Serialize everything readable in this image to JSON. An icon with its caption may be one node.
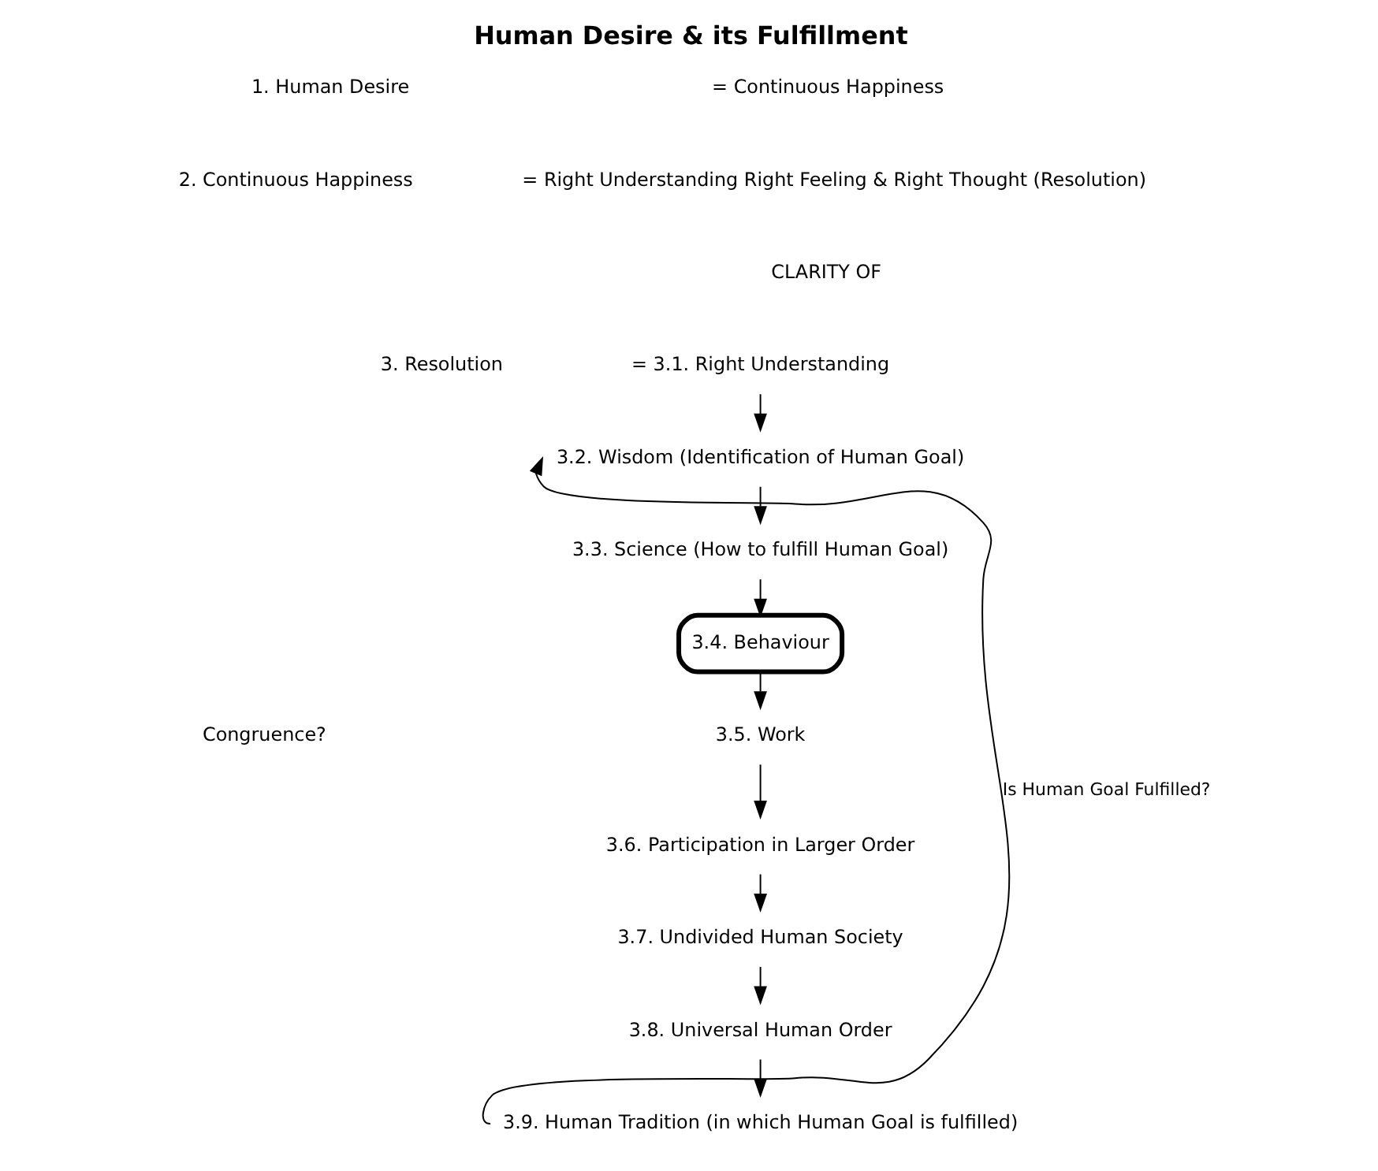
{
  "diagram": {
    "title": "Human Desire & its Fulfillment",
    "nodes": [
      {
        "text": [
          "= 3.1. Right Understanding"
        ]
      },
      {
        "text": [
          "3.2. Wisdom (Identification of Human Goal)"
        ]
      },
      {
        "text": [
          "3.3. Science (How to fulfill Human Goal)"
        ]
      },
      {
        "text": [
          "3.4. Behaviour"
        ]
      },
      {
        "text": [
          "3.5. Work"
        ]
      },
      {
        "text": [
          "3.6. Participation in Larger Order"
        ]
      },
      {
        "text": [
          "3.7. Undivided Human Society"
        ]
      },
      {
        "text": [
          "3.8. Universal Human Order"
        ]
      },
      {
        "text": [
          "3.9. Human Tradition (in which Human Goal is fulfilled)"
        ]
      }
    ],
    "edges": [
      {
        "from": 0,
        "to": 1,
        "arrow": "to"
      },
      {
        "from": 1,
        "to": 2,
        "arrow": "to"
      },
      {
        "from": 2,
        "to": 3,
        "arrow": "to"
      },
      {
        "from": 3,
        "to": 4,
        "arrow": "to"
      },
      {
        "from": 4,
        "to": 5,
        "arrow": "to"
      },
      {
        "from": 5,
        "to": 6,
        "arrow": "to"
      },
      {
        "from": 6,
        "to": 7,
        "arrow": "to"
      },
      {
        "from": 7,
        "to": 8,
        "arrow": "to"
      },
      {
        "from": 8,
        "to": 1,
        "arrow": "to",
        "label": "Is Human Goal Fulfilled?"
      }
    ],
    "labels": [
      "1. Human Desire",
      "= Continuous Happiness",
      "2. Continuous Happiness",
      "= Right Understanding Right Feeling & Right Thought (Resolution)",
      "CLARITY OF",
      "3. Resolution",
      "Congruence?"
    ]
  }
}
